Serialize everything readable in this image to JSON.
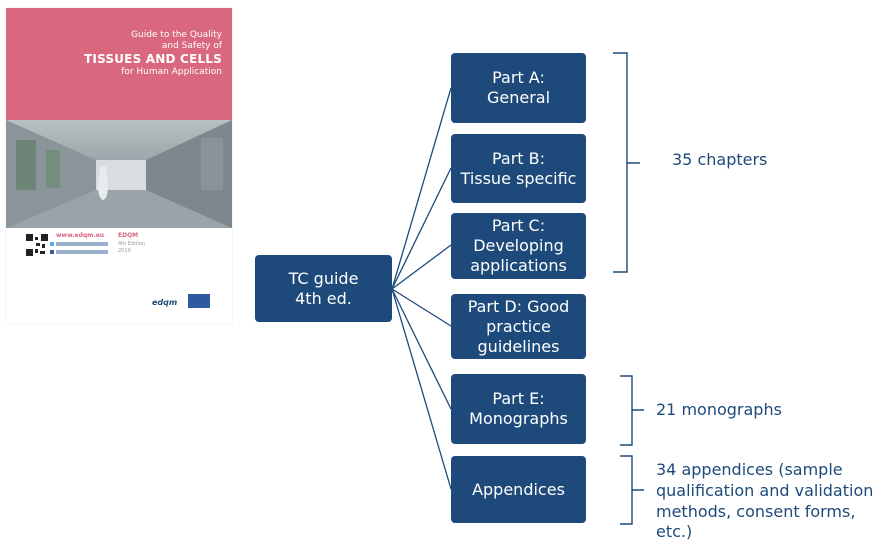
{
  "cover": {
    "title_line1": "Guide to the Quality",
    "title_line2": "and Safety of",
    "title_line3": "TISSUES AND CELLS",
    "title_line4": "for Human Application",
    "website": "www.edqm.eu",
    "publisher": "EDQM",
    "edition": "4th Edition",
    "year": "2019",
    "logo_text": "edqm",
    "accent_color": "#d9687e"
  },
  "root": {
    "line1": "TC guide",
    "line2": "4th ed."
  },
  "parts": [
    {
      "lines": [
        "Part A:",
        "General"
      ]
    },
    {
      "lines": [
        "Part B:",
        "Tissue specific"
      ]
    },
    {
      "lines": [
        "Part C:",
        "Developing",
        "applications"
      ]
    },
    {
      "lines": [
        "Part D: Good",
        "practice",
        "guidelines"
      ]
    },
    {
      "lines": [
        "Part E:",
        "Monographs"
      ]
    },
    {
      "lines": [
        "Appendices"
      ]
    }
  ],
  "notes": {
    "chapters": "35 chapters",
    "monographs": "21 monographs",
    "appendices_line1": "34 appendices (sample",
    "appendices_line2": "qualification and validation",
    "appendices_line3": "methods, consent forms,",
    "appendices_line4": "etc.)"
  },
  "colors": {
    "box": "#1d4a7a",
    "line": "#1d4a7a"
  }
}
